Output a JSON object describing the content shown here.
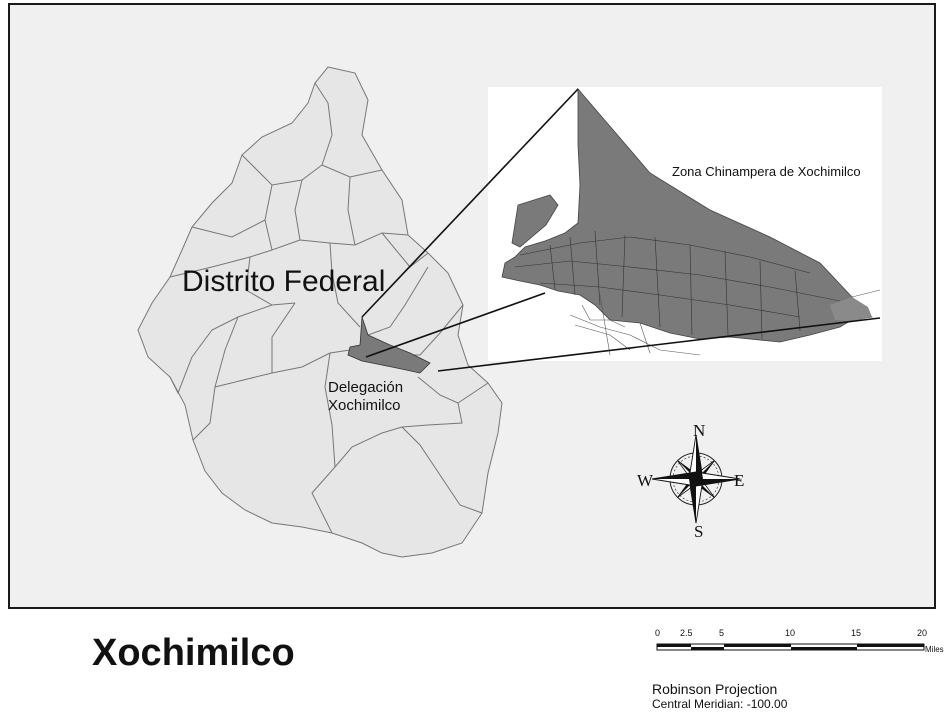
{
  "map": {
    "region_label": "Distrito Federal",
    "delegation_label_line1": "Delegación",
    "delegation_label_line2": "Xochimilco",
    "inset_label": "Zona Chinampera de Xochimilco",
    "colors": {
      "frame_background": "#f0f0f0",
      "region_fill": "#e6e6e6",
      "highlight_fill": "#7a7a7a",
      "boundary_stroke": "#777777",
      "inset_background": "#ffffff"
    }
  },
  "compass": {
    "north": "N",
    "south": "S",
    "west": "W",
    "east": "E"
  },
  "title": "Xochimilco",
  "scale_bar": {
    "ticks": [
      "0",
      "2.5",
      "5",
      "10",
      "15",
      "20"
    ],
    "units": "Miles"
  },
  "projection": {
    "name": "Robinson Projection",
    "meridian": "Central Meridian: -100.00"
  }
}
